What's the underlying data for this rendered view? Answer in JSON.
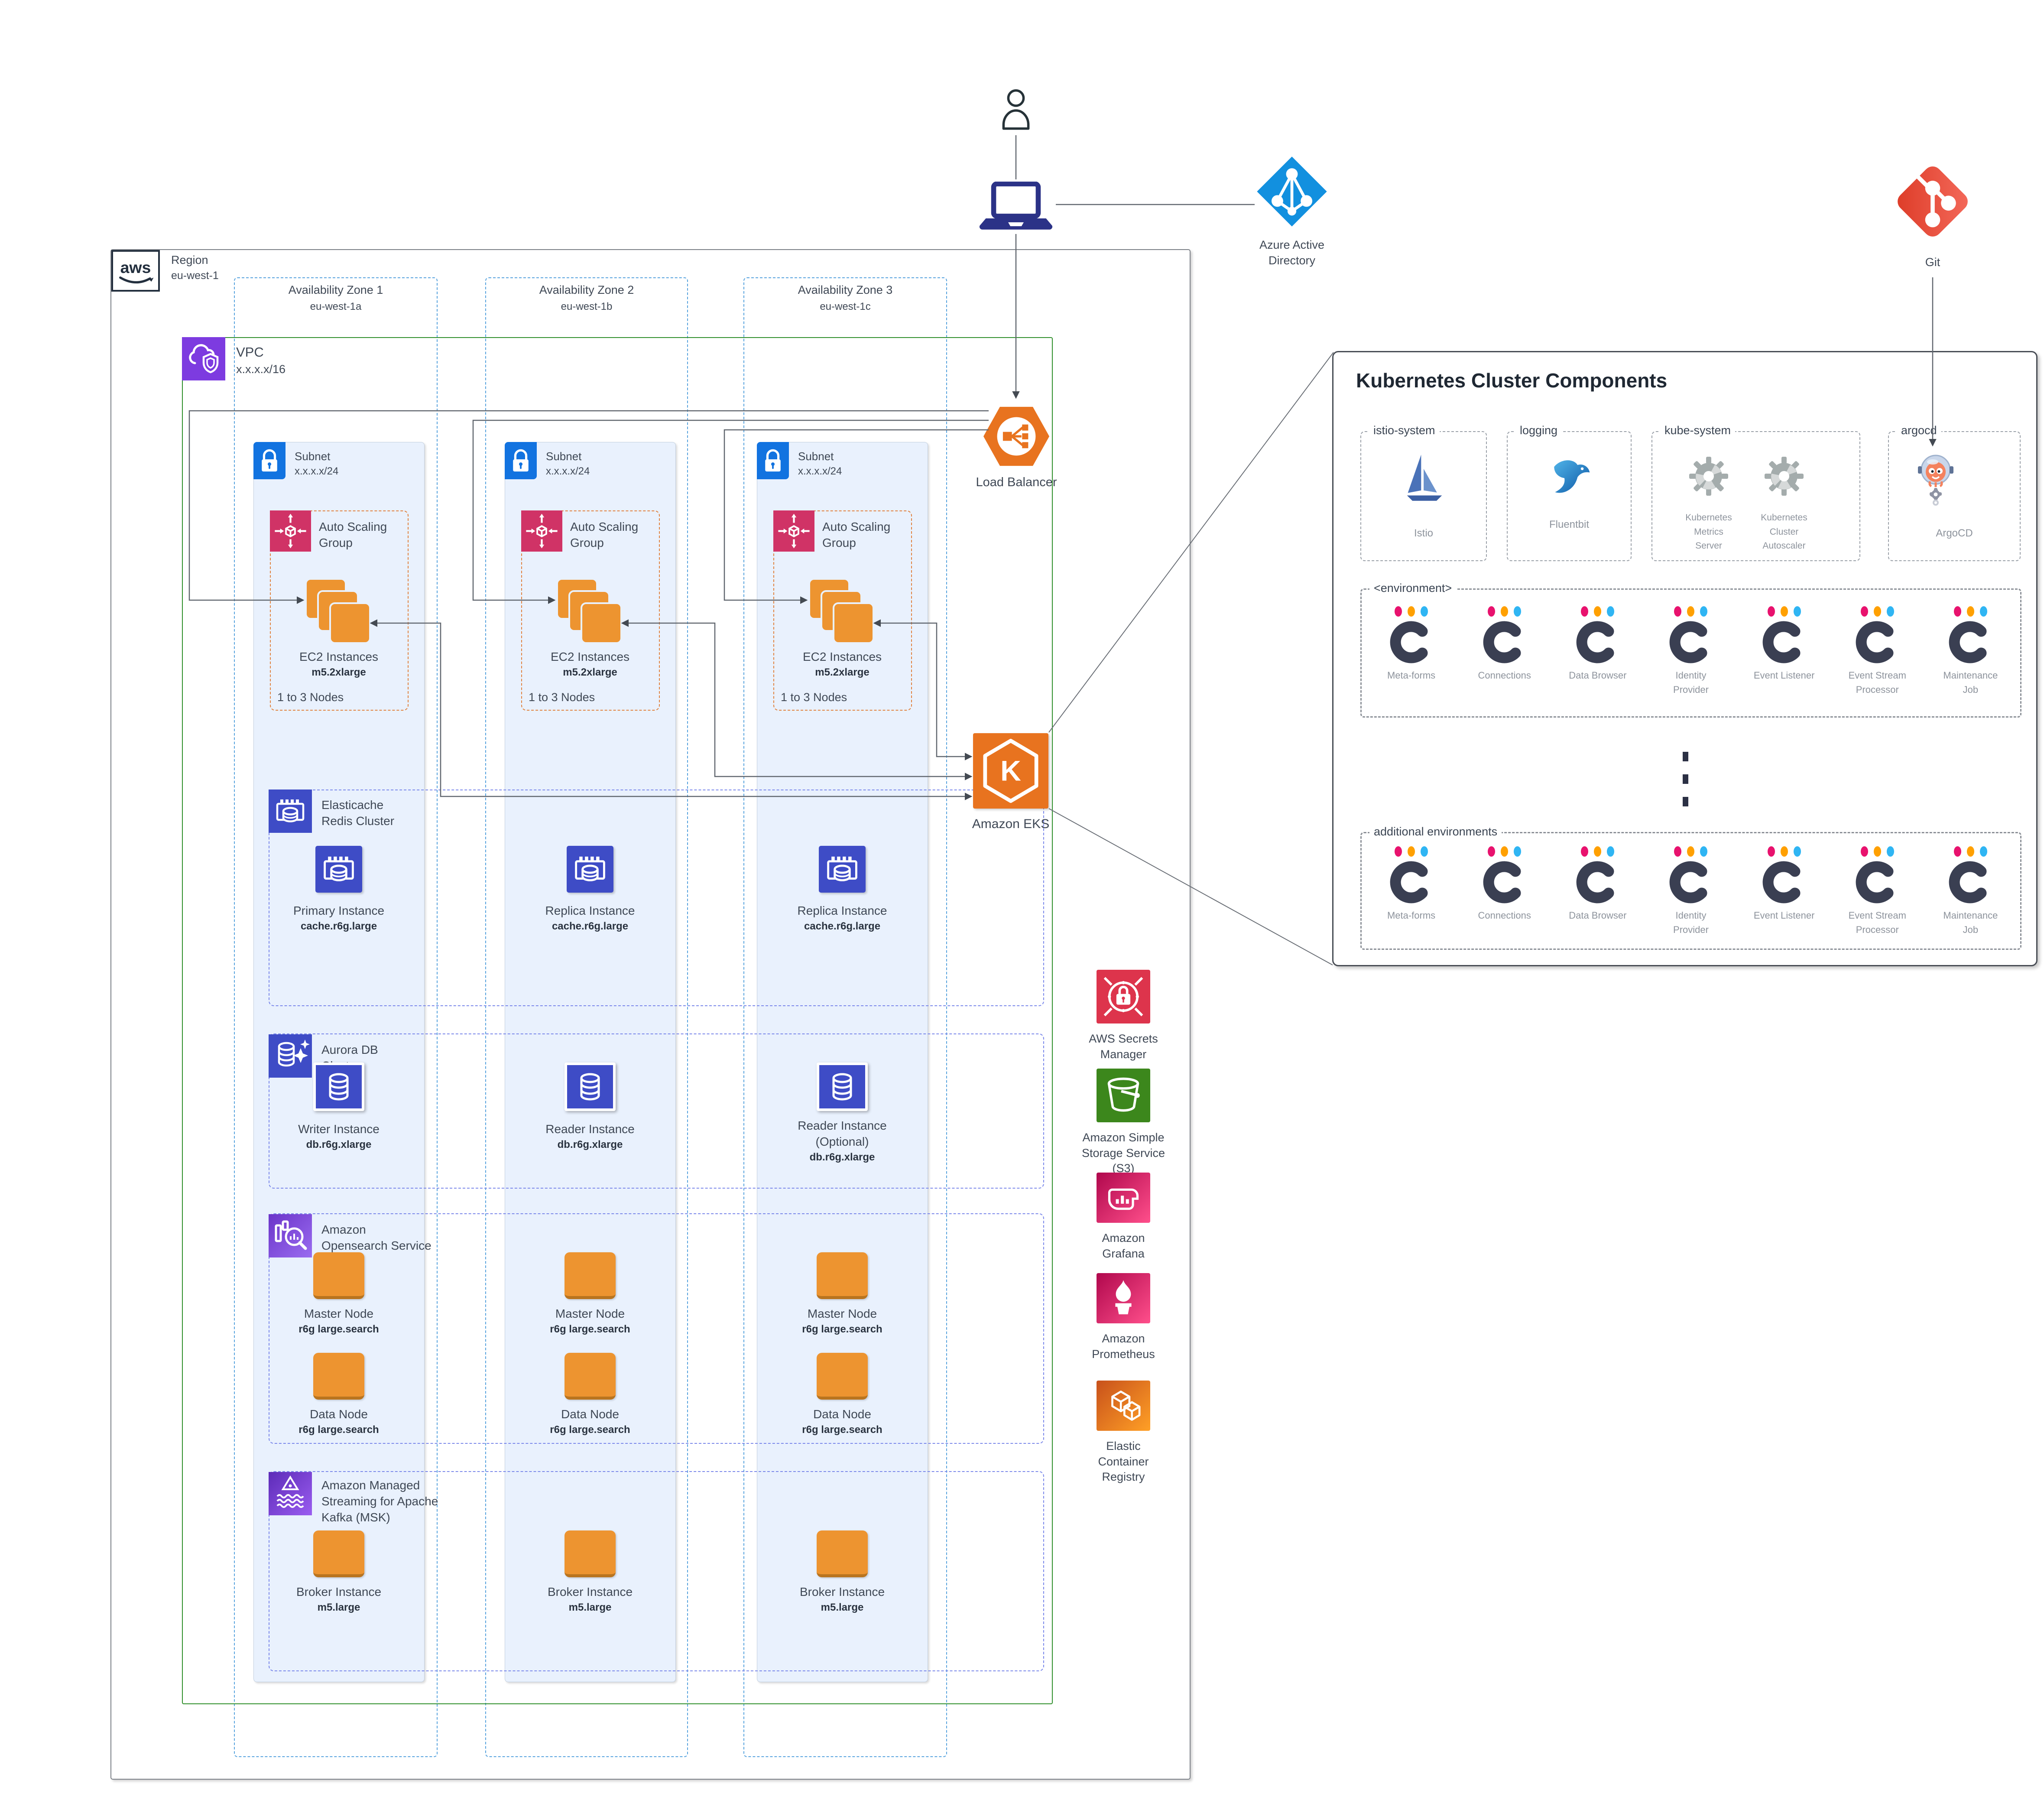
{
  "external": {
    "azure_ad": {
      "label": "Azure Active\nDirectory"
    },
    "git": {
      "label": "Git"
    }
  },
  "region": {
    "logo": "aws",
    "label": "Region",
    "name": "eu-west-1"
  },
  "availability_zones": [
    {
      "title": "Availability Zone 1",
      "zone": "eu-west-1a"
    },
    {
      "title": "Availability Zone 2",
      "zone": "eu-west-1b"
    },
    {
      "title": "Availability Zone 3",
      "zone": "eu-west-1c"
    }
  ],
  "vpc": {
    "label": "VPC",
    "cidr": "x.x.x.x/16"
  },
  "subnet": {
    "label": "Subnet",
    "cidr": "x.x.x.x/24"
  },
  "autoscaling": {
    "label": "Auto Scaling\nGroup",
    "ec2_label": "EC2 Instances",
    "ec2_type": "m5.2xlarge",
    "note": "1 to 3 Nodes"
  },
  "elasticache": {
    "title": "Elasticache\nRedis Cluster",
    "type": "cache.r6g.large",
    "instances": [
      "Primary Instance",
      "Replica Instance",
      "Replica Instance"
    ]
  },
  "aurora": {
    "title": "Aurora DB\nCluster",
    "type": "db.r6g.xlarge",
    "instances": [
      "Writer Instance",
      "Reader Instance",
      "Reader Instance\n(Optional)"
    ]
  },
  "opensearch": {
    "title": "Amazon\nOpensearch Service",
    "master_label": "Master Node",
    "data_label": "Data Node",
    "type": "r6g large.search"
  },
  "msk": {
    "title": "Amazon Managed\nStreaming for Apache\nKafka (MSK)",
    "broker_label": "Broker Instance",
    "type": "m5.large"
  },
  "load_balancer": {
    "label": "Load Balancer"
  },
  "eks": {
    "label": "Amazon EKS"
  },
  "side_services": [
    {
      "label": "AWS Secrets\nManager",
      "icon": "secrets-manager-icon"
    },
    {
      "label": "Amazon Simple\nStorage Service\n(S3)",
      "icon": "s3-bucket-icon"
    },
    {
      "label": "Amazon\nGrafana",
      "icon": "grafana-icon"
    },
    {
      "label": "Amazon\nPrometheus",
      "icon": "prometheus-icon"
    },
    {
      "label": "Elastic\nContainer\nRegistry",
      "icon": "ecr-icon"
    }
  ],
  "k8s_panel": {
    "title": "Kubernetes Cluster Components",
    "namespaces": {
      "istio": {
        "name": "istio-system",
        "item": "Istio"
      },
      "logging": {
        "name": "logging",
        "item": "Fluentbit"
      },
      "kube_system": {
        "name": "kube-system",
        "items": [
          "Kubernetes\nMetrics\nServer",
          "Kubernetes\nCluster\nAutoscaler"
        ]
      },
      "argocd": {
        "name": "argocd",
        "item": "ArgoCD"
      }
    },
    "environment": {
      "name": "<environment>",
      "components": [
        "Meta-forms",
        "Connections",
        "Data Browser",
        "Identity\nProvider",
        "Event Listener",
        "Event Stream\nProcessor",
        "Maintenance\nJob"
      ]
    },
    "additional_environments": {
      "name": "additional environments"
    }
  },
  "colors": {
    "dot_colors": [
      "#E8126E",
      "#FFA000",
      "#2FB5F3"
    ],
    "component_c": "#3A3F52",
    "aws_orange": "#ED9430",
    "indigo": "#3E4CC6",
    "vpc_purple": "#7D3BE0",
    "asg_pink": "#D03366",
    "subnet_blue": "#1273E0",
    "s3_green": "#3C871C",
    "secrets_red": "#DD344C",
    "lb_eks_orange": "#E8731F",
    "azure_blue": "#1290DF",
    "git_red": "#F05133",
    "line_gray": "#60666E"
  }
}
